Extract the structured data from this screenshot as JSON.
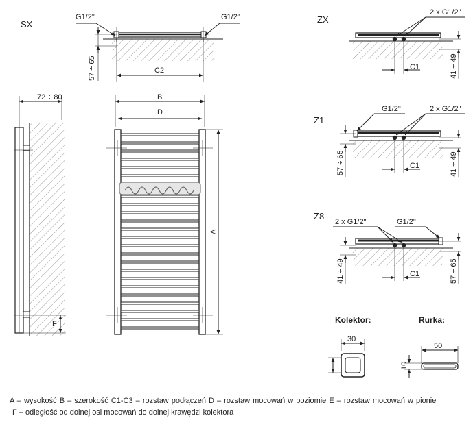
{
  "sections": {
    "sx": "SX",
    "zx": "ZX",
    "z1": "Z1",
    "z8": "Z8"
  },
  "labels": {
    "g12": "G1/2\"",
    "g12x2": "2 x G1/2\"",
    "range_57_65": "57 ÷ 65",
    "range_41_49": "41 ÷ 49",
    "range_72_80": "72 ÷ 80",
    "c1": "C1",
    "c2": "C2",
    "a": "A",
    "b": "B",
    "d": "D",
    "f": "F"
  },
  "details": {
    "kolektor_title": "Kolektor:",
    "kolektor_dim": "30",
    "rurka_title": "Rurka:",
    "rurka_width": "50",
    "rurka_height": "10"
  },
  "legend": {
    "line1": "A – wysokość   B – szerokość   C1-C3 – rozstaw podłączeń   D – rozstaw mocowań w poziomie   E – rozstaw mocowań w pionie",
    "line2": "F  –  odległość od dolnej osi mocowań do dolnej krawędzi kolektora"
  }
}
